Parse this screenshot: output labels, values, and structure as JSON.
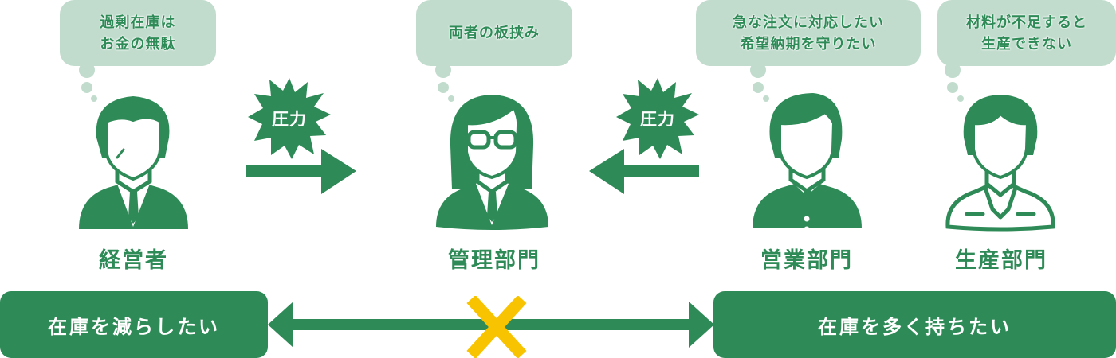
{
  "colors": {
    "primary_green": "#2e8b57",
    "bubble_green": "#c1dccd",
    "cross_yellow": "#f8c300",
    "white": "#ffffff"
  },
  "actors": [
    {
      "id": "executive",
      "label": "経営者",
      "thought": [
        "過剰在庫は",
        "お金の無駄"
      ],
      "icon": "businessman-tie-icon"
    },
    {
      "id": "management",
      "label": "管理部門",
      "thought": [
        "両者の板挟み"
      ],
      "icon": "woman-glasses-icon"
    },
    {
      "id": "sales",
      "label": "営業部門",
      "thought": [
        "急な注文に対応したい",
        "希望納期を守りたい"
      ],
      "icon": "salesman-buttons-icon"
    },
    {
      "id": "production",
      "label": "生産部門",
      "thought": [
        "材料が不足すると",
        "生産できない"
      ],
      "icon": "worker-collar-icon"
    }
  ],
  "pressure": [
    {
      "label": "圧力",
      "direction": "right",
      "from": "経営者",
      "to": "管理部門"
    },
    {
      "label": "圧力",
      "direction": "left",
      "from": "営業部門",
      "to": "管理部門"
    }
  ],
  "goals": {
    "left": "在庫を減らしたい",
    "right": "在庫を多く持ちたい"
  },
  "conflict_marker": "cross-icon"
}
